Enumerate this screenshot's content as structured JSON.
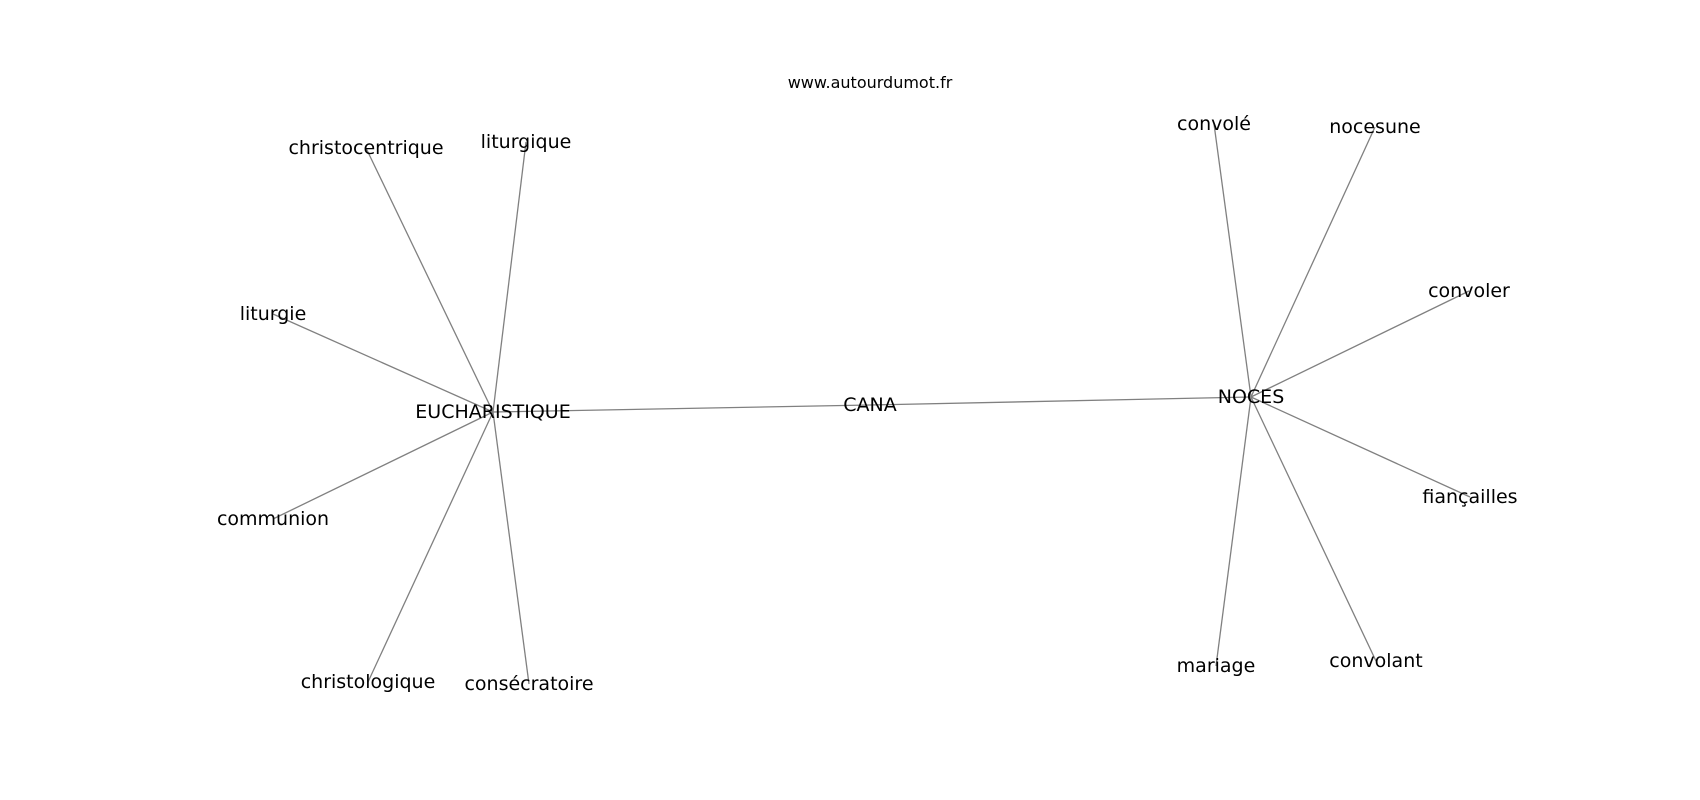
{
  "source": "www.autourdumot.fr",
  "graph": {
    "edge_color": "#808080",
    "text_color": "#000000",
    "nodes": [
      {
        "id": "cana",
        "label": "CANA"
      },
      {
        "id": "eucharistique",
        "label": "EUCHARISTIQUE"
      },
      {
        "id": "noces",
        "label": "NOCES"
      },
      {
        "id": "christocentrique",
        "label": "christocentrique"
      },
      {
        "id": "liturgique",
        "label": "liturgique"
      },
      {
        "id": "liturgie",
        "label": "liturgie"
      },
      {
        "id": "communion",
        "label": "communion"
      },
      {
        "id": "christologique",
        "label": "christologique"
      },
      {
        "id": "consecratoire",
        "label": "consécratoire"
      },
      {
        "id": "convole",
        "label": "convolé"
      },
      {
        "id": "nocesune",
        "label": "nocesune"
      },
      {
        "id": "convoler",
        "label": "convoler"
      },
      {
        "id": "fiancailles",
        "label": "fiançailles"
      },
      {
        "id": "mariage",
        "label": "mariage"
      },
      {
        "id": "convolant",
        "label": "convolant"
      }
    ],
    "edges": [
      {
        "from": "eucharistique",
        "to": "cana"
      },
      {
        "from": "cana",
        "to": "noces"
      },
      {
        "from": "eucharistique",
        "to": "christocentrique"
      },
      {
        "from": "eucharistique",
        "to": "liturgique"
      },
      {
        "from": "eucharistique",
        "to": "liturgie"
      },
      {
        "from": "eucharistique",
        "to": "communion"
      },
      {
        "from": "eucharistique",
        "to": "christologique"
      },
      {
        "from": "eucharistique",
        "to": "consecratoire"
      },
      {
        "from": "noces",
        "to": "convole"
      },
      {
        "from": "noces",
        "to": "nocesune"
      },
      {
        "from": "noces",
        "to": "convoler"
      },
      {
        "from": "noces",
        "to": "fiancailles"
      },
      {
        "from": "noces",
        "to": "mariage"
      },
      {
        "from": "noces",
        "to": "convolant"
      }
    ]
  }
}
